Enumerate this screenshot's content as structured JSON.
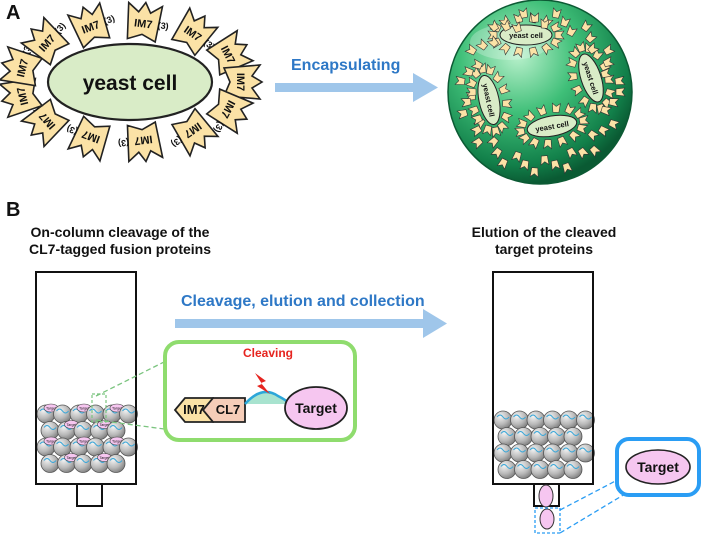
{
  "panel_a": {
    "label": "A",
    "cell_label": "yeast cell",
    "im7_label": "IM7",
    "im7_count": "(3)",
    "arrow_label": "Encapsulating",
    "sphere_cell_label": "yeast cell"
  },
  "panel_b": {
    "label": "B",
    "left_heading_line1": "On-column cleavage of the",
    "left_heading_line2": "CL7-tagged fusion proteins",
    "right_heading_line1": "Elution of the cleaved",
    "right_heading_line2": "target proteins",
    "arrow_label": "Cleavage, elution and collection",
    "zoom": {
      "cleaving_label": "Cleaving",
      "im7_label": "IM7",
      "cl7_label": "CL7",
      "target_label": "Target"
    },
    "bead_tag_label": "Target",
    "eluted_target_label": "Target"
  },
  "colors": {
    "arrow_blue": "#9fc6ea",
    "label_blue": "#2e78c6",
    "cell_green": "#d9ecc7",
    "im7_yellow": "#fbe2a6",
    "cl7_pink": "#f6cdb8",
    "target_pink": "#f6c6f0",
    "cleave_red": "#e6241f",
    "zoom_green": "#8fdc6e",
    "eluted_blue": "#2a9df4"
  }
}
